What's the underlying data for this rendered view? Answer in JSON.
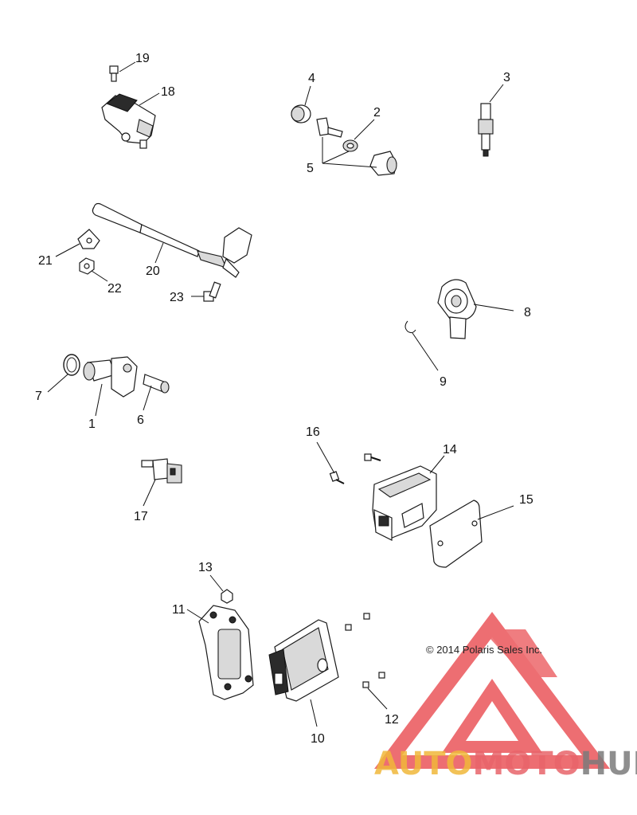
{
  "diagram": {
    "copyright": "© 2014 Polaris Sales Inc.",
    "callouts": {
      "c1": "1",
      "c2": "2",
      "c3": "3",
      "c4": "4",
      "c5": "5",
      "c6": "6",
      "c7": "7",
      "c8": "8",
      "c9": "9",
      "c10": "10",
      "c11": "11",
      "c12": "12",
      "c13": "13",
      "c14": "14",
      "c15": "15",
      "c16": "16",
      "c17": "17",
      "c18": "18",
      "c19": "19",
      "c20": "20",
      "c21": "21",
      "c22": "22",
      "c23": "23"
    }
  },
  "watermark": {
    "part1": "AUTO",
    "part2": "MOTO",
    "part3": "HUB",
    "colors": {
      "auto": "#f0b73a",
      "moto": "#e8646a",
      "hub": "#7a7a7a",
      "triangle": "#e94a4f"
    }
  }
}
